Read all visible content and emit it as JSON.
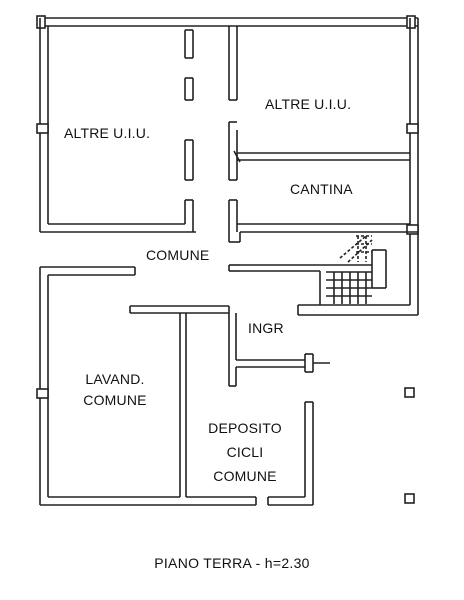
{
  "rooms": {
    "other_units_left": "ALTRE U.I.U.",
    "other_units_right": "ALTRE U.I.U.",
    "cellar": "CANTINA",
    "common": "COMUNE",
    "entrance": "INGR",
    "laundry_line1": "LAVAND.",
    "laundry_line2": "COMUNE",
    "bike_storage_line1": "DEPOSITO",
    "bike_storage_line2": "CICLI",
    "bike_storage_line3": "COMUNE"
  },
  "footer": {
    "caption": "PIANO TERRA - h=2.30"
  }
}
